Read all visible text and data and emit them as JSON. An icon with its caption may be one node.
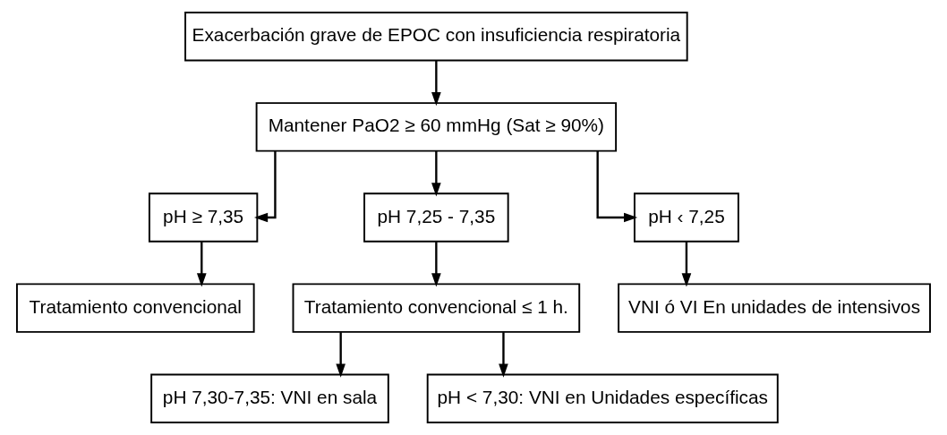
{
  "diagram": {
    "nodes": [
      {
        "text": [
          "Exacerbación grave de EPOC con insuficiencia respiratoria"
        ]
      },
      {
        "text": [
          "Mantener PaO2 ≥ 60 mmHg (Sat ≥ 90%)"
        ]
      },
      {
        "text": [
          "pH ≥ 7,35"
        ]
      },
      {
        "text": [
          "pH 7,25 - 7,35"
        ]
      },
      {
        "text": [
          "pH ‹ 7,25"
        ]
      },
      {
        "text": [
          "Tratamiento convencional"
        ]
      },
      {
        "text": [
          "Tratamiento convencional ≤ 1 h."
        ]
      },
      {
        "text": [
          "VNI ó VI En unidades de intensivos"
        ]
      },
      {
        "text": [
          "pH 7,30-7,35: VNI en sala"
        ]
      },
      {
        "text": [
          "pH < 7,30: VNI en Unidades específicas"
        ]
      }
    ],
    "edges": [
      {
        "from": 0,
        "to": 1,
        "arrow": "to"
      },
      {
        "from": 1,
        "to": 2,
        "arrow": "to"
      },
      {
        "from": 1,
        "to": 3,
        "arrow": "to"
      },
      {
        "from": 1,
        "to": 4,
        "arrow": "to"
      },
      {
        "from": 2,
        "to": 5,
        "arrow": "to"
      },
      {
        "from": 3,
        "to": 6,
        "arrow": "to"
      },
      {
        "from": 4,
        "to": 7,
        "arrow": "to"
      },
      {
        "from": 6,
        "to": 8,
        "arrow": "to"
      },
      {
        "from": 6,
        "to": 9,
        "arrow": "to"
      }
    ]
  }
}
